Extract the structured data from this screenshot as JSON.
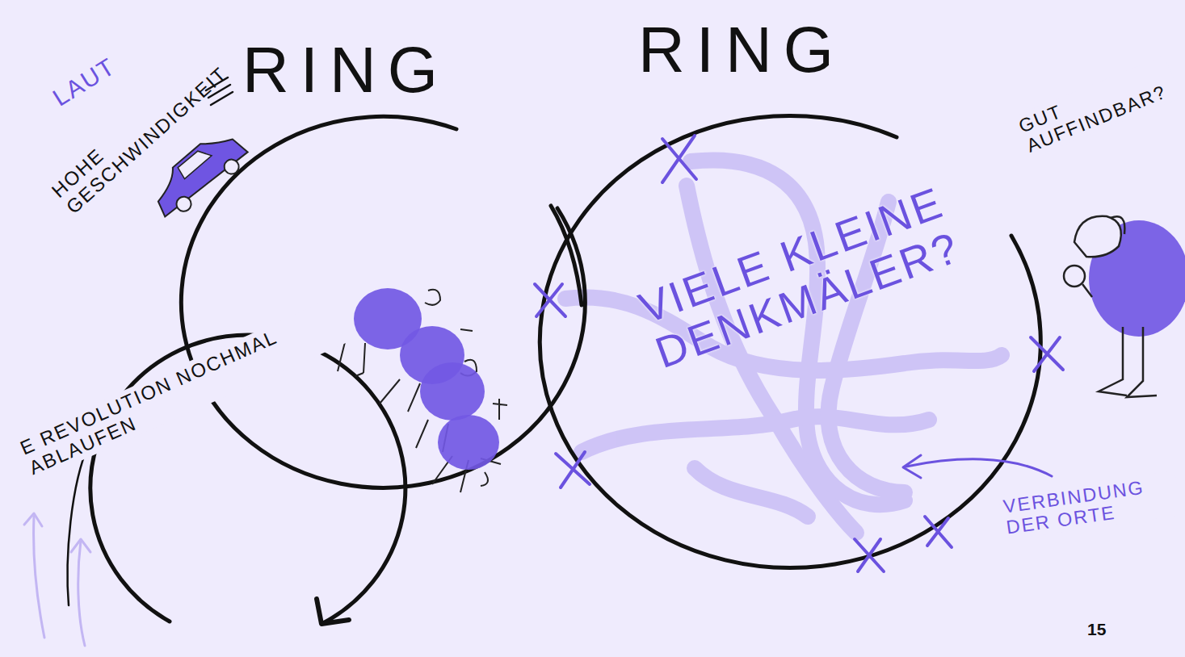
{
  "diagram": {
    "nodes": [
      {
        "text": [
          "RING"
        ]
      },
      {
        "text": [
          "RING",
          "VIELE KLEINE DENKMÄLER?"
        ]
      }
    ],
    "labels": [
      "LAUT",
      "HOHE GESCHWINDIGKEIT",
      "E REVOLUTION NOCHMAL ABLAUFEN",
      "GUT AUFFINDBAR?",
      "VERBINDUNG DER ORTE",
      "15"
    ]
  }
}
